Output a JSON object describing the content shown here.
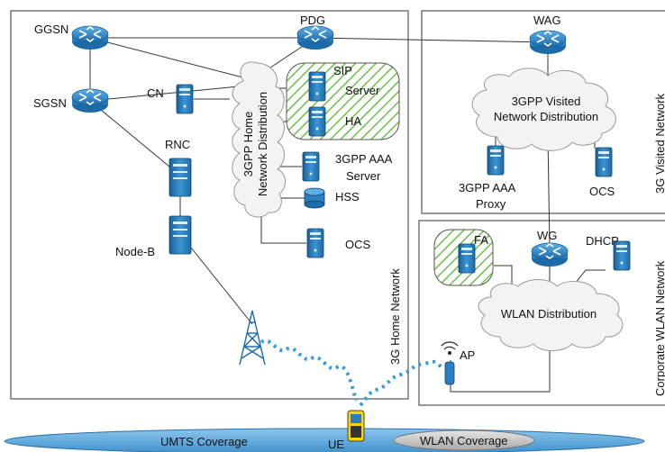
{
  "home_network": {
    "title": "3G Home Network",
    "cloud_line1": "3GPP Home",
    "cloud_line2": "Network Distribution"
  },
  "visited_network": {
    "title": "3G Visited Network",
    "cloud_line1": "3GPP Visited",
    "cloud_line2": "Network Distribution"
  },
  "corporate_network": {
    "title": "Corporate WLAN Network",
    "cloud_label": "WLAN Distribution"
  },
  "nodes": {
    "ggsn": "GGSN",
    "sgsn": "SGSN",
    "pdg": "PDG",
    "cn": "CN",
    "rnc": "RNC",
    "nodeb": "Node-B",
    "sip_line1": "SIP",
    "sip_line2": "Server",
    "ha": "HA",
    "aaa_line1": "3GPP AAA",
    "aaa_line2": "Server",
    "hss": "HSS",
    "ocs_home": "OCS",
    "wag": "WAG",
    "aaa_proxy_line1": "3GPP AAA",
    "aaa_proxy_line2": "Proxy",
    "ocs_visited": "OCS",
    "fa": "FA",
    "wg": "WG",
    "dhcp": "DHCP",
    "ap": "AP",
    "ue": "UE"
  },
  "coverage": {
    "umts": "UMTS Coverage",
    "wlan": "WLAN Coverage"
  },
  "colors": {
    "router": "#2f86c5",
    "server": "#2a7fc0",
    "hatch": "#6cc04a",
    "umts_fill": "#5aa9dd",
    "wlan_fill": "#bdbdbd",
    "radio_wave": "#3a9ad9"
  }
}
